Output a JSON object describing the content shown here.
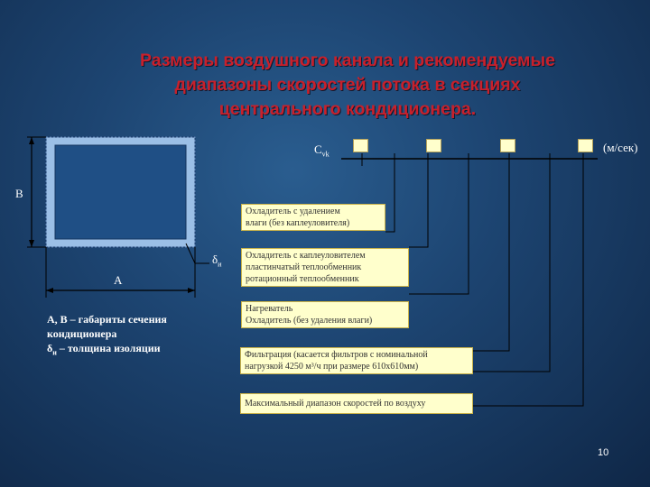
{
  "title": {
    "line1": "Размеры воздушного канала и рекомендуемые",
    "line2": "диапазоны скоростей потока в секциях",
    "line3": "центрального кондиционера."
  },
  "labels": {
    "velocity_symbol": "C",
    "velocity_subscript": "vk",
    "units": "(м/сек)",
    "dim_b": "B",
    "dim_a": "A",
    "insulation_symbol": "δ",
    "insulation_subscript": "и"
  },
  "legend": {
    "line1": "A, B – габариты сечения",
    "line2": "кондиционера",
    "line3_symbol": "δ",
    "line3_subscript": "и",
    "line3_rest": " – толщина изоляции"
  },
  "notes": {
    "cooler_no_removal_1": "Охладитель   с   удалением",
    "cooler_no_removal_2": "влаги (без каплеуловителя)",
    "cooler_with_sep_1": "Охладитель с каплеуловителем",
    "cooler_with_sep_2": "пластинчатый теплообменник",
    "cooler_with_sep_3": "ротационный теплообменник",
    "heater_1": "Нагреватель",
    "heater_2": "Охладитель (без удаления влаги)",
    "filter_1": "Фильтрация (касается фильтров с номинальной",
    "filter_2": "нагрузкой 4250 м³/ч при размере 610х610мм)",
    "max_range": "Максимальный диапазон скоростей  по воздуху"
  },
  "page_number": "10",
  "colors": {
    "title": "#c8202b",
    "note_fill": "#ffffcc",
    "line": "#000000"
  }
}
